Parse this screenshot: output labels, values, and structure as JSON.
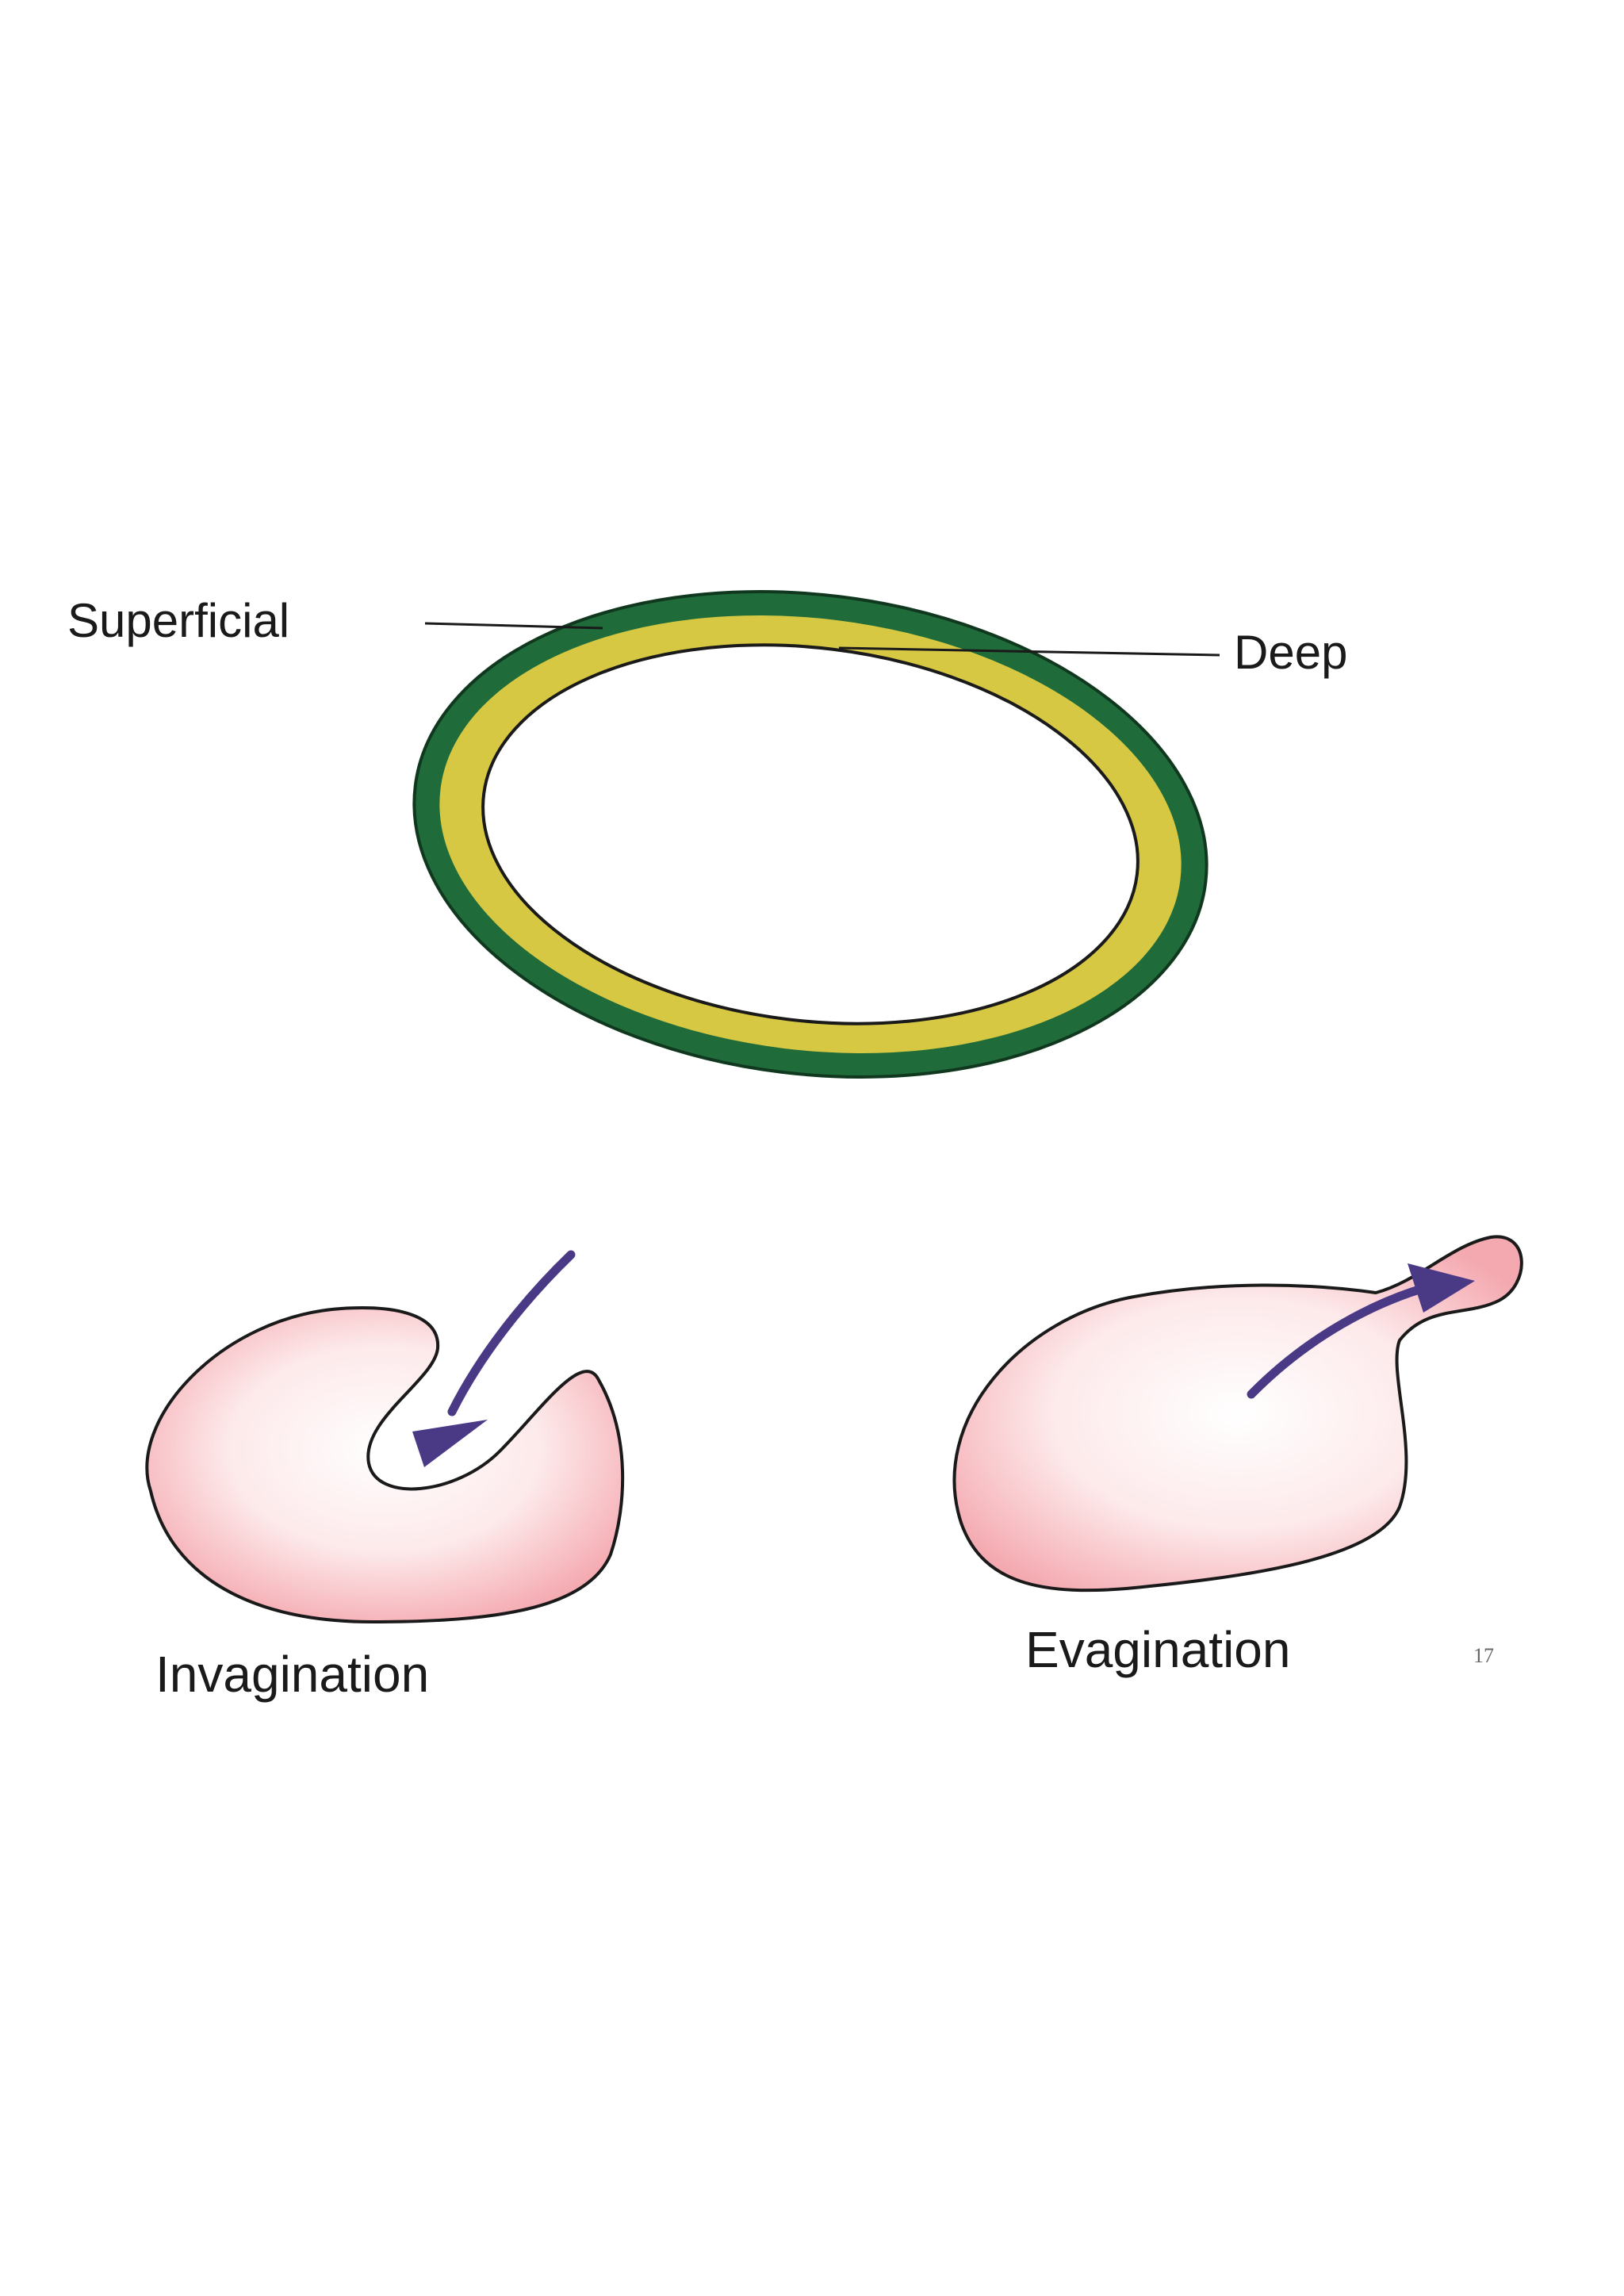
{
  "labels": {
    "superficial": "Superficial",
    "deep": "Deep",
    "invagination": "Invagination",
    "evagination": "Evagination"
  },
  "page_number": "17",
  "colors": {
    "outer_layer": "#1f6b3a",
    "inner_layer": "#d6c843",
    "lumen": "#ffffff",
    "blob_fill": "#f6b3b8",
    "blob_center": "#ffffff",
    "arrow": "#4a3a86",
    "outline": "#1a1a1a"
  }
}
